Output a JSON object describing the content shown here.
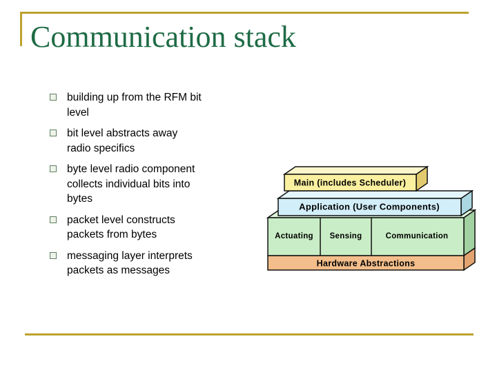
{
  "slide": {
    "title": "Communication stack",
    "accent_color": "#BCA22E",
    "title_color": "#1E6B45"
  },
  "bullets": [
    {
      "text": "building up from the RFM bit\nlevel"
    },
    {
      "text": "bit level abstracts away\nradio specifics"
    },
    {
      "text": "byte level radio component\ncollects individual bits into\nbytes"
    },
    {
      "text": "packet level constructs\npackets from bytes"
    },
    {
      "text": "messaging layer interprets\npackets as messages"
    }
  ],
  "diagram": {
    "layers": {
      "main": {
        "label": "Main (includes Scheduler)",
        "color": "#FAF0A0",
        "top_color": "#FCF7CB",
        "side_color": "#E2CB6E"
      },
      "application": {
        "label": "Application (User Components)",
        "color": "#D2EEF8",
        "top_color": "#E4F6FB",
        "side_color": "#ABD8E2"
      },
      "components_color": "#C9EDC6",
      "components_top_color": "#DCF4D9",
      "components_side_color": "#A2D2A2",
      "components": [
        {
          "label": "Actuating"
        },
        {
          "label": "Sensing"
        },
        {
          "label": "Communication"
        }
      ],
      "hardware": {
        "label": "Hardware Abstractions",
        "color": "#F3BE8B",
        "side_color": "#E3A371"
      }
    }
  }
}
